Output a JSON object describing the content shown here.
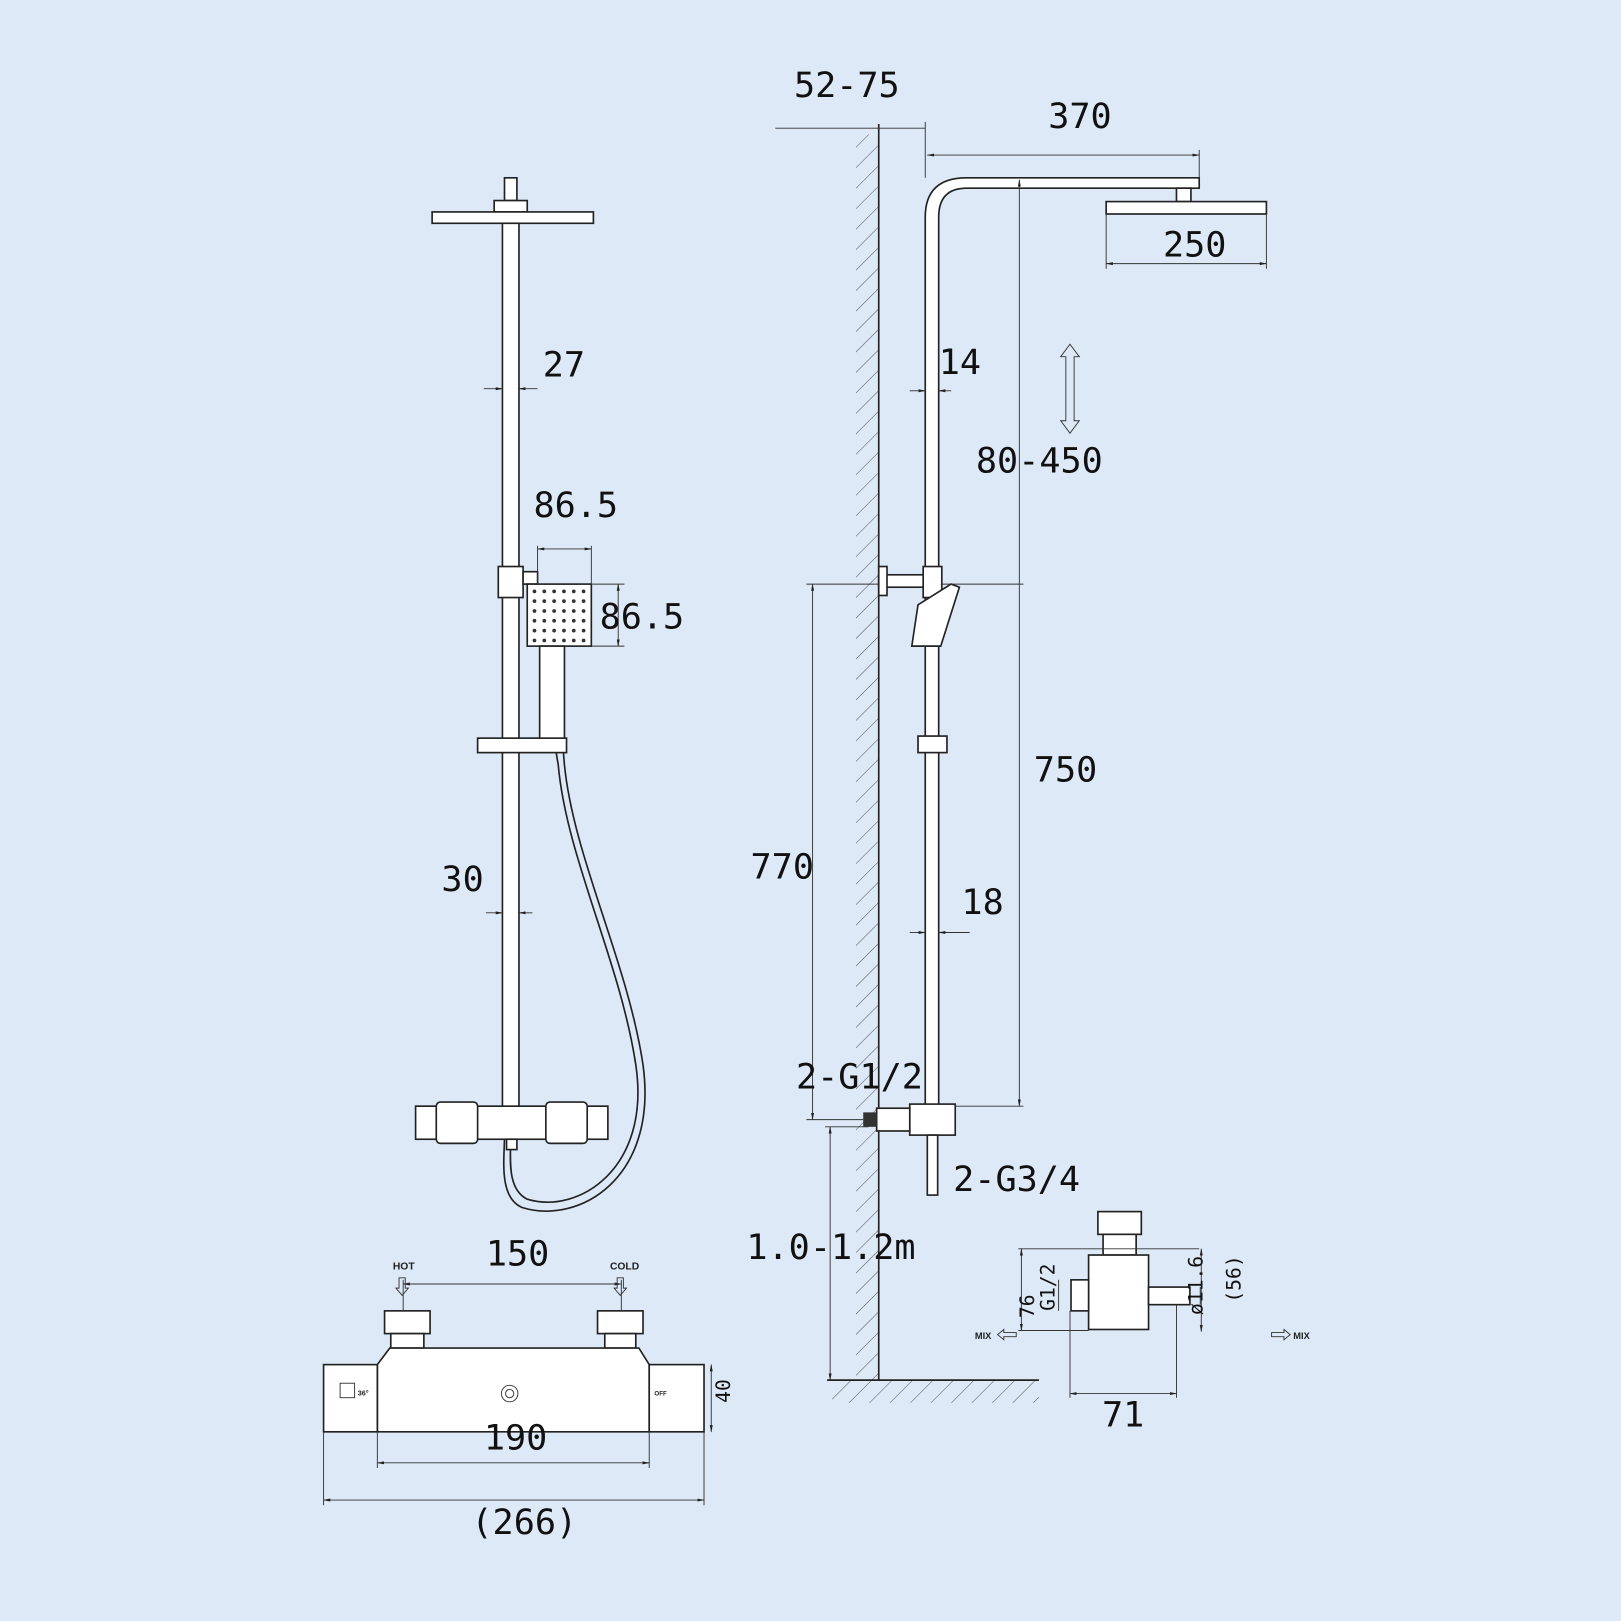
{
  "background_color": "#dde9f7",
  "front_view": {
    "dims": {
      "pipe_upper": "27",
      "handset_width": "86.5",
      "handset_height": "86.5",
      "pipe_lower": "30"
    }
  },
  "mixer_view": {
    "hot_label": "HOT",
    "cold_label": "COLD",
    "dims": {
      "inlet_spacing": "150",
      "body_length": "190",
      "overall_length": "(266)",
      "depth": "40"
    },
    "left_cap_marks": [
      "36°"
    ],
    "right_cap_marks": [
      "OFF"
    ]
  },
  "side_view": {
    "dims": {
      "wall_distance": "52-75",
      "arm_length": "370",
      "head_size": "250",
      "pipe_upper": "14",
      "adjust_range": "80-450",
      "rail_height": "750",
      "outlet_height": "770",
      "pipe_lower": "18",
      "outlet_thread": "2-G1/2",
      "install_height": "1.0-1.2m"
    }
  },
  "fitting_detail": {
    "dims": {
      "inlet_thread": "2-G3/4",
      "height": "76",
      "thread": "G1/2",
      "diameter": "ø11.6",
      "offset": "(56)",
      "width": "71"
    },
    "mix_left": "MIX",
    "mix_right": "MIX"
  }
}
